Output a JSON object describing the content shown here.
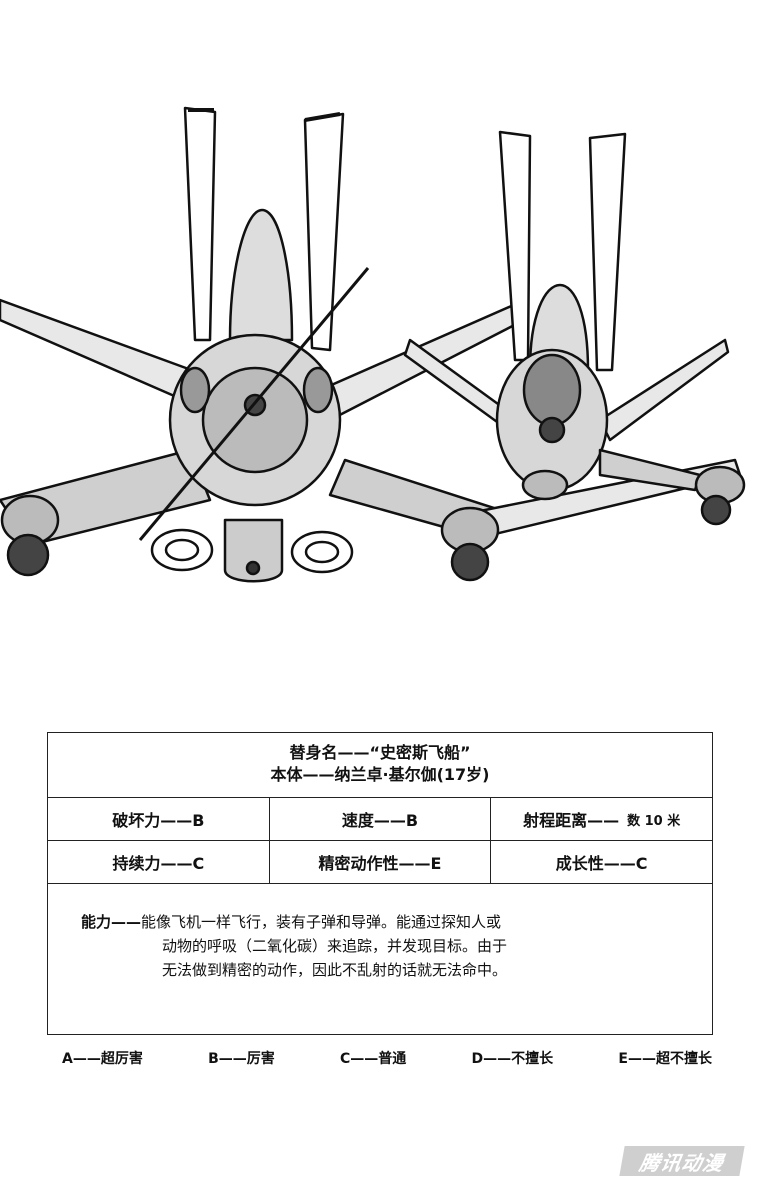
{
  "stand_card": {
    "title_line": "替身名——“史密斯飞船”",
    "user_line": "本体——纳兰卓·基尔伽(17岁)",
    "stats_row1": [
      {
        "label": "破坏力——B"
      },
      {
        "label": "速度——B"
      },
      {
        "label": "射程距离——",
        "extra": "数 10 米"
      }
    ],
    "stats_row2": [
      {
        "label": "持续力——C"
      },
      {
        "label": "精密动作性——E"
      },
      {
        "label": "成长性——C"
      }
    ],
    "ability": {
      "label": "能力——",
      "lines": [
        "能像飞机一样飞行，装有子弹和导弹。能通过探知人或",
        "动物的呼吸（二氧化碳）来追踪，并发现目标。由于",
        "无法做到精密的动作，因此不乱射的话就无法命中。"
      ]
    }
  },
  "grade_legend": [
    "A——超厉害",
    "B——厉害",
    "C——普通",
    "D——不擅长",
    "E——超不擅长"
  ],
  "watermark": {
    "text": "腾讯动漫"
  }
}
